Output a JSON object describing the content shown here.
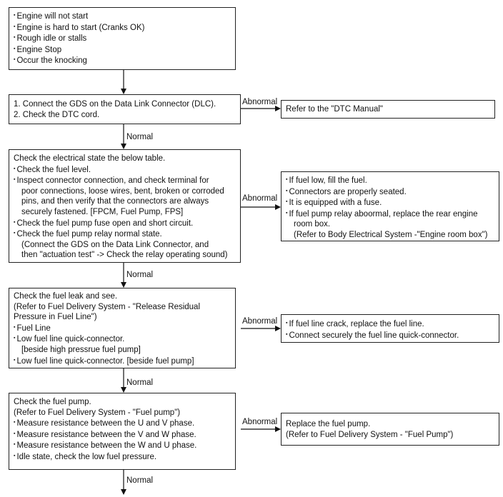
{
  "box1": {
    "lines": [
      "Engine will not start",
      "Engine is hard to start (Cranks OK)",
      "Rough idle or stalls",
      "Engine Stop",
      "Occur the knocking"
    ]
  },
  "box2": {
    "lines": [
      "1. Connect the GDS on the Data Link Connector (DLC).",
      "2. Check the DTC cord."
    ],
    "side": "Refer to the \"DTC Manual\""
  },
  "box3": {
    "intro": "Check the electrical state the below table.",
    "item1": "Check the fuel level.",
    "item2": [
      "Inspect connector connection, and check terminal for",
      "poor connections, loose wires, bent, broken or corroded",
      "pins, and then verify that the connectors are always",
      "securely fastened. [FPCM, Fuel Pump, FPS]"
    ],
    "item3": "Check the fuel pump fuse open and short circuit.",
    "item4": [
      "Check the fuel pump relay normal state.",
      "(Connect the GDS on the Data Link Connector, and",
      "then \"actuation test\" -> Check the relay operating sound)"
    ],
    "side": {
      "b1": "If fuel low, fill the fuel.",
      "b2": "Connectors are properly seated.",
      "b3": "It is equipped with a fuse.",
      "b4": [
        "If fuel pump relay aboormal, replace the rear engine",
        "room box.",
        "(Refer to Body Electrical System -\"Engine room box\")"
      ]
    }
  },
  "box4": {
    "intro": [
      "Check the fuel leak and see.",
      "(Refer to Fuel Delivery System - \"Release Residual",
      "Pressure in Fuel Line\")"
    ],
    "item1": "Fuel Line",
    "item2": [
      "Low fuel line quick-connector.",
      "[beside high pressrue fuel pump]"
    ],
    "item3": "Low fuel line quick-connector. [beside fuel pump]",
    "side": [
      "If fuel line crack, replace the fuel line.",
      "Connect securely the fuel line quick-connector."
    ]
  },
  "box5": {
    "intro": [
      "Check the fuel pump.",
      "(Refer to Fuel Delivery System - \"Fuel pump\")"
    ],
    "items": [
      "Measure resistance between the U and V phase.",
      "Measure resistance between the V and W phase.",
      "Measure resistance between the W and U phase.",
      "Idle state, check the low fuel pressure."
    ],
    "side": [
      "Replace the fuel pump.",
      "(Refer to Fuel Delivery System - \"Fuel Pump\")"
    ]
  },
  "labels": {
    "abnormal": "Abnormal",
    "normal": "Normal"
  }
}
